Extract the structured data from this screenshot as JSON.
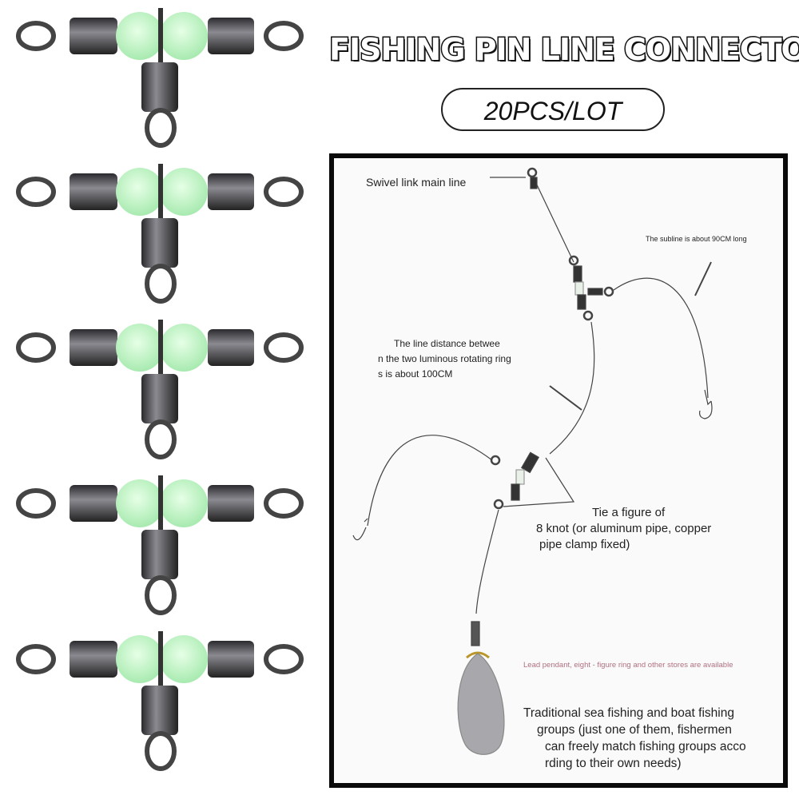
{
  "header": {
    "title": "FISHING PIN LINE CONNECTOR",
    "quantity": "20PCS/LOT"
  },
  "products": {
    "count": 5,
    "bead_color": "#c8f5c8",
    "metal_color": "#4a4a4e"
  },
  "diagram": {
    "swivel_label": "Swivel link main line",
    "subline_label": "The subline is about 90CM long",
    "distance_label": [
      "The line distance betwee",
      "n the two luminous rotating ring",
      "s is about 100CM"
    ],
    "knot_label": [
      "Tie a figure of",
      "8 knot (or aluminum pipe, copper",
      "pipe clamp fixed)"
    ],
    "lead_note": "Lead pendant, eight - figure ring and other stores are available",
    "traditional_label": [
      "Traditional sea fishing and boat fishing",
      "groups (just one of them, fishermen",
      "can freely match fishing groups acco",
      "rding to their own needs)"
    ]
  }
}
